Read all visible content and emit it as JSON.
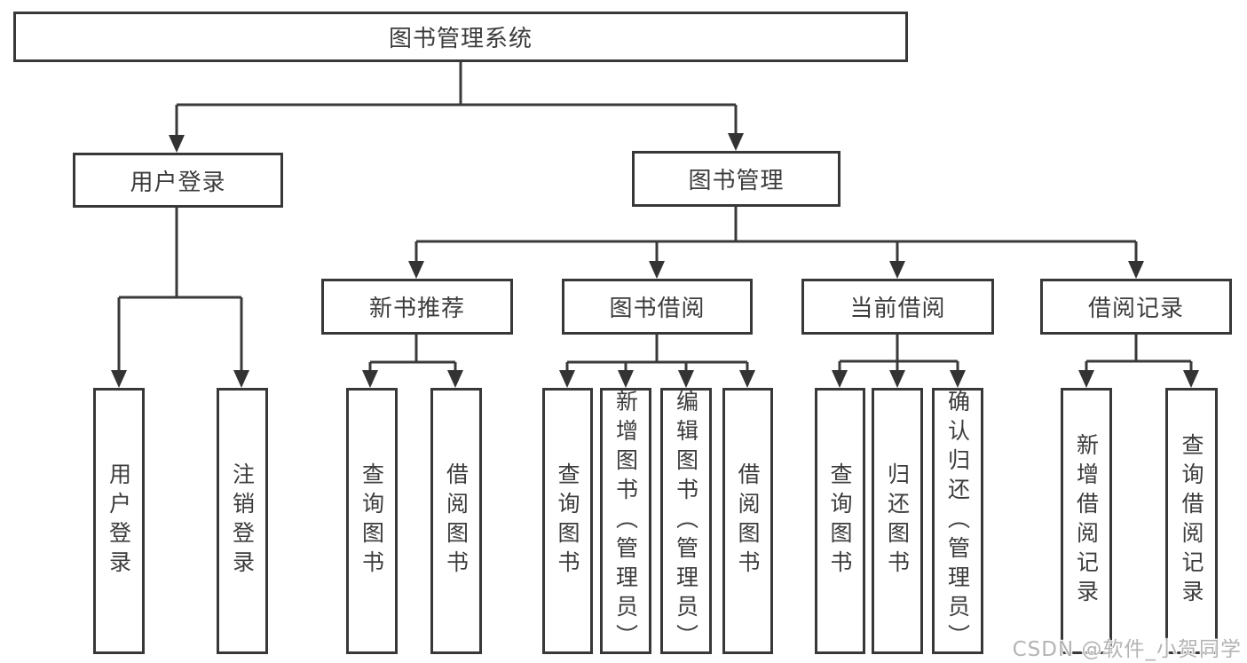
{
  "diagram": {
    "root": {
      "label": "图书管理系统"
    },
    "branches": [
      {
        "label": "用户登录",
        "children": [
          {
            "label": "用户登录"
          },
          {
            "label": "注销登录"
          }
        ]
      },
      {
        "label": "图书管理",
        "children": [
          {
            "label": "新书推荐",
            "children": [
              {
                "label": "查询图书"
              },
              {
                "label": "借阅图书"
              }
            ]
          },
          {
            "label": "图书借阅",
            "children": [
              {
                "label": "查询图书"
              },
              {
                "label": "新增图书（管理员）"
              },
              {
                "label": "编辑图书（管理员）"
              },
              {
                "label": "借阅图书"
              }
            ]
          },
          {
            "label": "当前借阅",
            "children": [
              {
                "label": "查询图书"
              },
              {
                "label": "归还图书"
              },
              {
                "label": "确认归还（管理员）"
              }
            ]
          },
          {
            "label": "借阅记录",
            "children": [
              {
                "label": "新增借阅记录"
              },
              {
                "label": "查询借阅记录"
              }
            ]
          }
        ]
      }
    ]
  },
  "watermark": {
    "text": "CSDN @软件_小贺同学"
  },
  "colors": {
    "line": "#3a3a3a",
    "box_border": "#383838",
    "box_fill": "#ffffff",
    "text": "#3c3c3c",
    "watermark": "#b4b4b4"
  }
}
